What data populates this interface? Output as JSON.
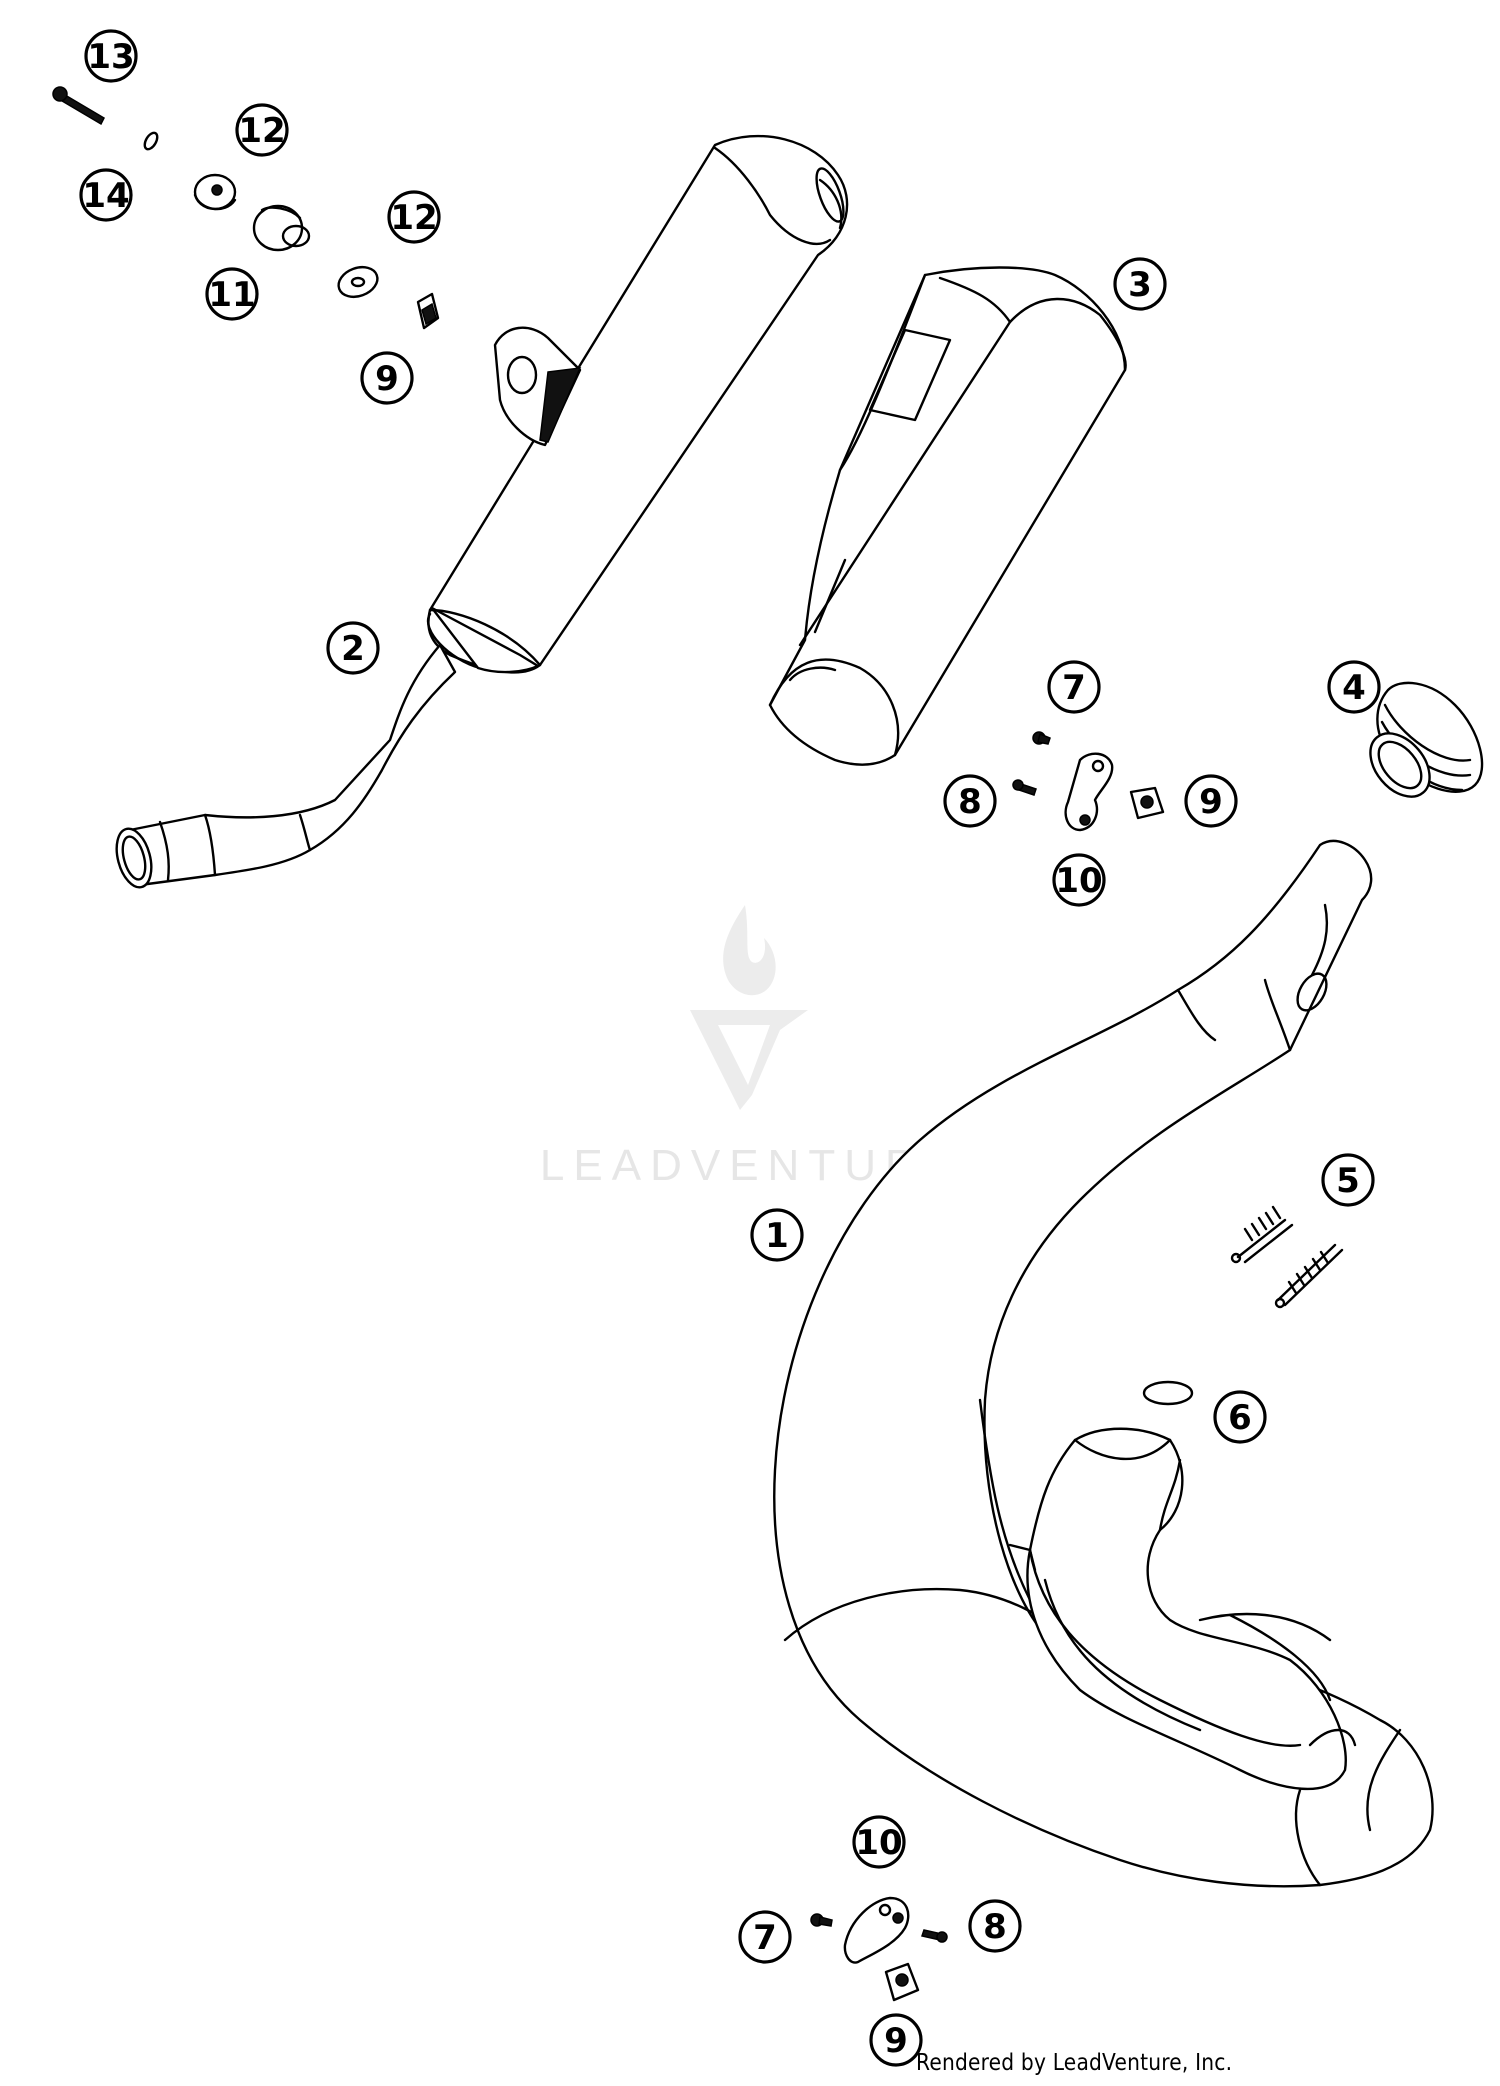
{
  "diagram": {
    "callouts": [
      {
        "id": "c13",
        "label": "13"
      },
      {
        "id": "c12a",
        "label": "12"
      },
      {
        "id": "c14",
        "label": "14"
      },
      {
        "id": "c11",
        "label": "11"
      },
      {
        "id": "c12b",
        "label": "12"
      },
      {
        "id": "c9a",
        "label": "9"
      },
      {
        "id": "c3",
        "label": "3"
      },
      {
        "id": "c2",
        "label": "2"
      },
      {
        "id": "c7a",
        "label": "7"
      },
      {
        "id": "c4",
        "label": "4"
      },
      {
        "id": "c8a",
        "label": "8"
      },
      {
        "id": "c9b",
        "label": "9"
      },
      {
        "id": "c10a",
        "label": "10"
      },
      {
        "id": "c5",
        "label": "5"
      },
      {
        "id": "c1",
        "label": "1"
      },
      {
        "id": "c6",
        "label": "6"
      },
      {
        "id": "c10b",
        "label": "10"
      },
      {
        "id": "c7b",
        "label": "7"
      },
      {
        "id": "c8b",
        "label": "8"
      },
      {
        "id": "c9c",
        "label": "9"
      }
    ]
  },
  "watermark": {
    "text": "LEADVENTURE"
  },
  "footer": {
    "credit": "Rendered by LeadVenture, Inc."
  }
}
